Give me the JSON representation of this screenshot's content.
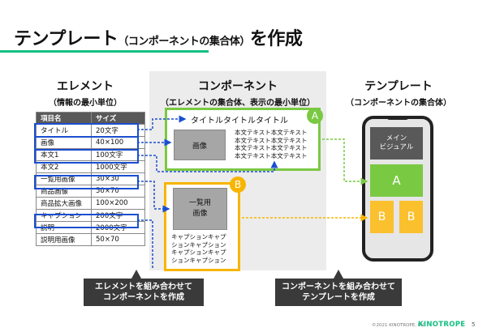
{
  "slide": {
    "title_main": "テンプレート",
    "title_sub": "（コンポーネントの集合体）",
    "title_tail": "を作成",
    "accent_color": "#13c083"
  },
  "element_column": {
    "heading": "エレメント",
    "subheading": "（情報の最小単位）",
    "table": {
      "headers": [
        "項目名",
        "サイズ"
      ],
      "rows": [
        {
          "name": "タイトル",
          "size": "20文字",
          "highlighted": true
        },
        {
          "name": "画像",
          "size": "40×100",
          "highlighted": true
        },
        {
          "name": "本文1",
          "size": "100文字",
          "highlighted": true
        },
        {
          "name": "本文2",
          "size": "1000文字",
          "highlighted": false
        },
        {
          "name": "一覧用画像",
          "size": "30×30",
          "highlighted": true
        },
        {
          "name": "商品画像",
          "size": "50×70",
          "highlighted": false
        },
        {
          "name": "商品拡大画像",
          "size": "100×200",
          "highlighted": false
        },
        {
          "name": "キャプション",
          "size": "200文字",
          "highlighted": true
        },
        {
          "name": "説明",
          "size": "2000文字",
          "highlighted": false
        },
        {
          "name": "説明用画像",
          "size": "50×70",
          "highlighted": false
        }
      ]
    }
  },
  "component_column": {
    "heading": "コンポーネント",
    "subheading": "（エレメントの集合体、表示の最小単位）",
    "component_a": {
      "badge": "A",
      "title": "タイトルタイトルタイトル",
      "image_label": "画像",
      "body": "本文テキスト本文テキスト\n本文テキスト本文テキスト\n本文テキスト本文テキスト\n本文テキスト本文テキスト",
      "color": "#7ac943"
    },
    "component_b": {
      "badge": "B",
      "image_label": "一覧用\n画像",
      "caption": "キャプションキャプ\nションキャプション\nキャプションキャプ\nションキャプション",
      "color": "#f7b500"
    }
  },
  "template_column": {
    "heading": "テンプレート",
    "subheading": "（コンポーネントの集合体）",
    "phone": {
      "main_visual": "メイン\nビジュアル",
      "block_a": "A",
      "block_b1": "B",
      "block_b2": "B"
    }
  },
  "callouts": {
    "left": "エレメントを組み合わせて\nコンポーネントを作成",
    "right": "コンポーネントを組み合わせて\nテンプレートを作成"
  },
  "footer": {
    "copyright": "©2021 KINOTROPE, INC",
    "logo": "KINOTROPE",
    "page": "5"
  }
}
